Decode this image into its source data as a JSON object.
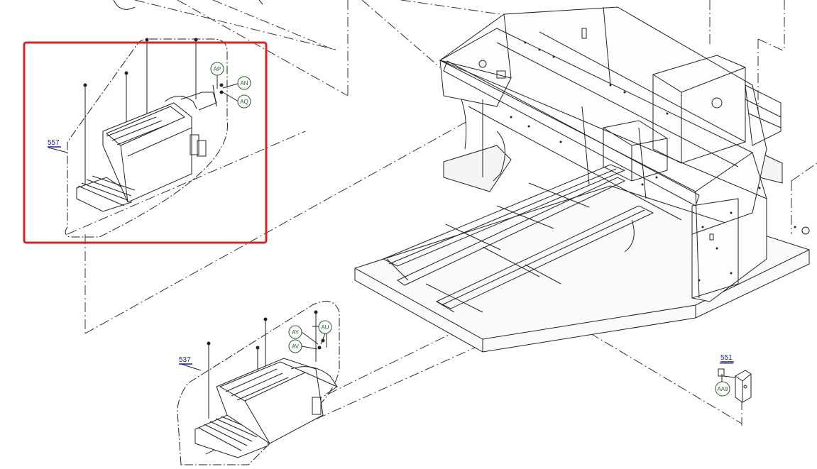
{
  "diagram": {
    "part_refs": [
      {
        "id": "557"
      },
      {
        "id": "537"
      },
      {
        "id": "551"
      }
    ],
    "callouts": [
      "AP",
      "AN",
      "AQ",
      "AY",
      "AU",
      "AV",
      "AA9"
    ],
    "highlight": {
      "color": "#e02020",
      "target": "557"
    },
    "colors": {
      "line": "#222222",
      "callout": "#2b5a2b",
      "ref": "#1a1aa6"
    }
  }
}
